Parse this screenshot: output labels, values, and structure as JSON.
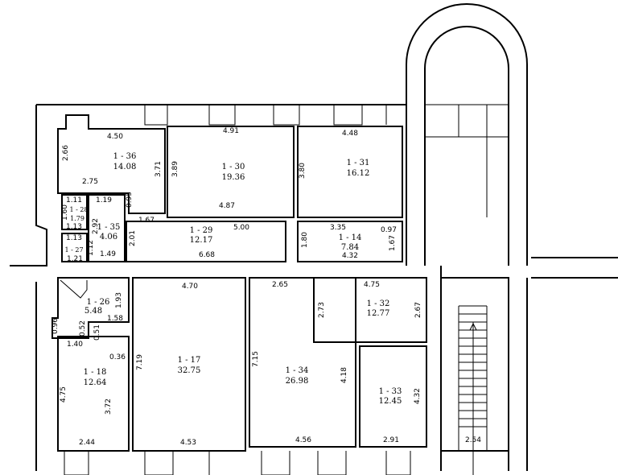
{
  "rooms": [
    {
      "id": "1 - 36",
      "area": "14.08"
    },
    {
      "id": "1 - 30",
      "area": "19.36"
    },
    {
      "id": "1 - 31",
      "area": "16.12"
    },
    {
      "id": "1 - 29",
      "area": "12.17"
    },
    {
      "id": "1 - 14",
      "area": "7.84"
    },
    {
      "id": "1 - 28",
      "area": "1.79"
    },
    {
      "id": "1 - 27",
      "area": ""
    },
    {
      "id": "1 - 35",
      "area": "4.06"
    },
    {
      "id": "1 - 26",
      "area": "5.48"
    },
    {
      "id": "1 - 18",
      "area": "12.64"
    },
    {
      "id": "1 - 17",
      "area": "32.75"
    },
    {
      "id": "1 - 34",
      "area": "26.98"
    },
    {
      "id": "1 - 32",
      "area": "12.77"
    },
    {
      "id": "1 - 33",
      "area": "12.45"
    }
  ],
  "dimensions": [
    "4.50",
    "2.66",
    "2.75",
    "3.71",
    "0.95",
    "4.91",
    "3.89",
    "4.87",
    "5.00",
    "1.67",
    "4.48",
    "3.80",
    "1.11",
    "1.60",
    "1.13",
    "1.13",
    "1.12",
    "1.21",
    "1.19",
    "2.92",
    "1.49",
    "2.01",
    "6.68",
    "3.35",
    "0.97",
    "1.80",
    "4.32",
    "1.67",
    "1.93",
    "1.58",
    "0.96",
    "0.52",
    "0.51",
    "1.40",
    "0.36",
    "4.75",
    "3.72",
    "2.44",
    "4.70",
    "7.19",
    "4.53",
    "2.65",
    "7.15",
    "4.18",
    "4.56",
    "4.75",
    "2.73",
    "2.67",
    "4.32",
    "2.91",
    "2.54"
  ]
}
